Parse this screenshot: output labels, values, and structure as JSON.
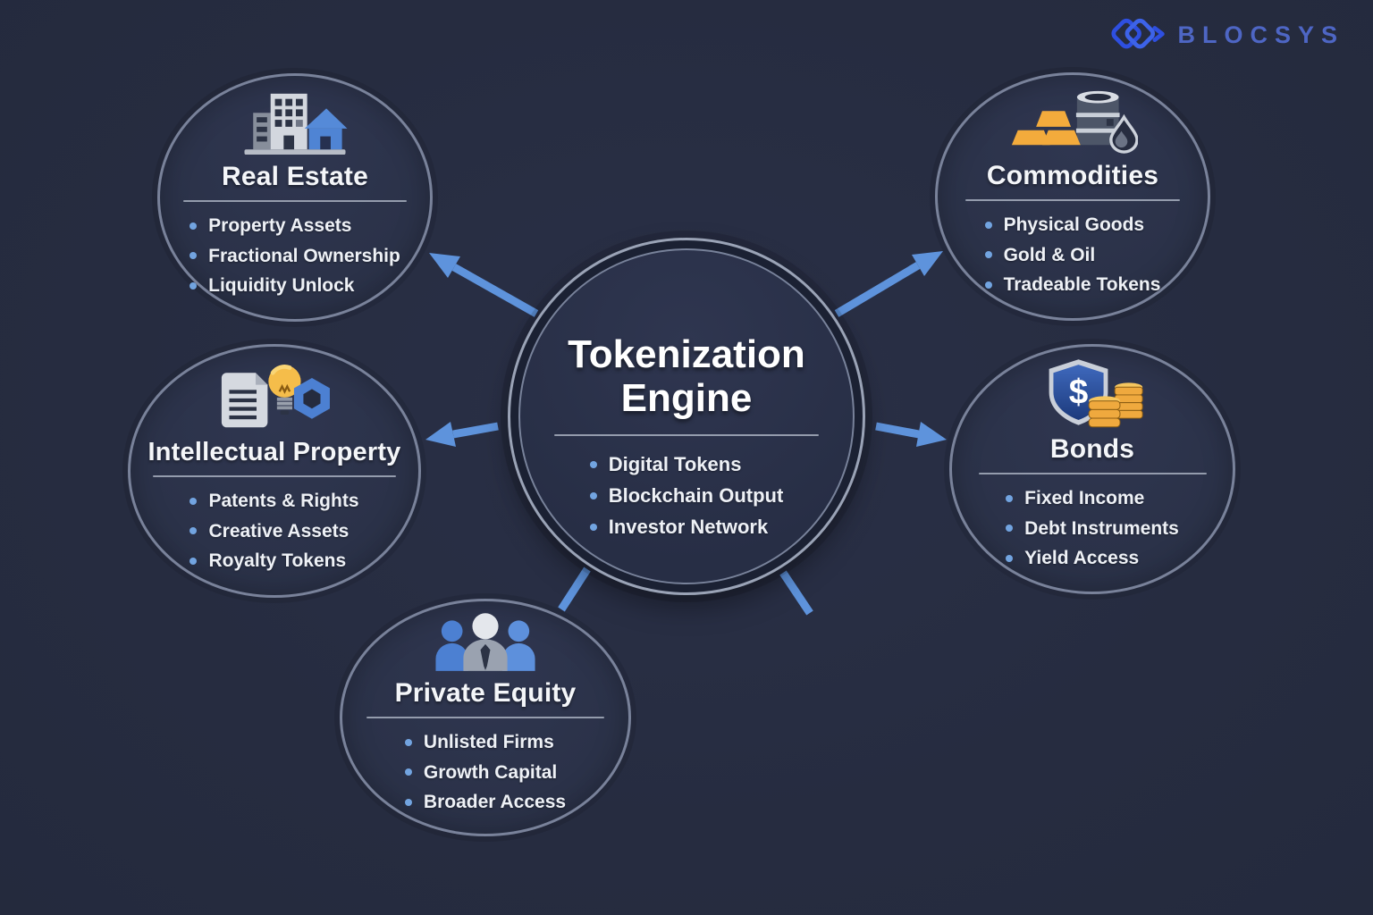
{
  "logo": {
    "text": "BLOCSYS",
    "icon": "blocsys-diamonds-icon"
  },
  "center": {
    "title_line1": "Tokenization",
    "title_line2": "Engine",
    "bullets": [
      "Digital Tokens",
      "Blockchain Output",
      "Investor Network"
    ]
  },
  "nodes": [
    {
      "id": "real-estate",
      "title": "Real Estate",
      "icon": "building-house-icon",
      "bullets": [
        "Property Assets",
        "Fractional Ownership",
        "Liquidity Unlock"
      ]
    },
    {
      "id": "commodities",
      "title": "Commodities",
      "icon": "gold-bars-oil-barrel-droplet-icon",
      "bullets": [
        "Physical Goods",
        "Gold & Oil",
        "Tradeable Tokens"
      ]
    },
    {
      "id": "intellectual-property",
      "title": "Intellectual Property",
      "icon": "document-lightbulb-hexagon-icon",
      "bullets": [
        "Patents & Rights",
        "Creative Assets",
        "Royalty Tokens"
      ]
    },
    {
      "id": "bonds",
      "title": "Bonds",
      "icon": "shield-dollar-coins-icon",
      "bullets": [
        "Fixed Income",
        "Debt Instruments",
        "Yield Access"
      ]
    },
    {
      "id": "private-equity",
      "title": "Private Equity",
      "icon": "people-group-icon",
      "bullets": [
        "Unlisted Firms",
        "Growth Capital",
        "Broader Access"
      ]
    }
  ],
  "connections": [
    {
      "from": "tokenization-engine",
      "to": "real-estate"
    },
    {
      "from": "tokenization-engine",
      "to": "commodities"
    },
    {
      "from": "tokenization-engine",
      "to": "intellectual-property"
    },
    {
      "from": "tokenization-engine",
      "to": "bonds"
    },
    {
      "from": "tokenization-engine",
      "to": "private-equity"
    }
  ],
  "colors": {
    "background": "#272d42",
    "node_fill": "#2c3349",
    "node_stroke": "#79829a",
    "arrow": "#5e93dc",
    "bullet_dot": "#72a4e0",
    "text": "#f4f6f9",
    "logo_blue": "#2e4fe0",
    "logo_text_blue": "#4e66c4",
    "gold": "#f2a93b",
    "icon_blue": "#4c80d2"
  }
}
